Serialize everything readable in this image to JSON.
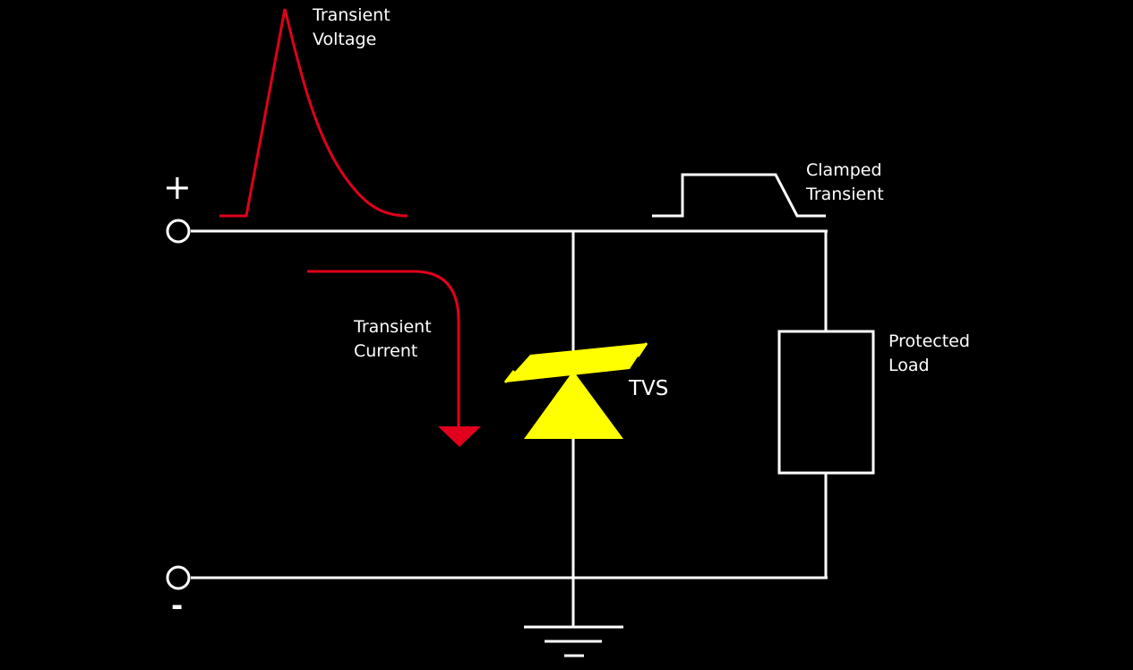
{
  "labels": {
    "transient_voltage": [
      "Transient",
      "Voltage"
    ],
    "clamped_transient": [
      "Clamped",
      "Transient"
    ],
    "transient_current": [
      "Transient",
      "Current"
    ],
    "protected_load": [
      "Protected",
      "Load"
    ],
    "tvs": "TVS",
    "plus": "+",
    "minus": "-"
  },
  "colors": {
    "background": "#000000",
    "wire": "#ffffff",
    "transient": "#e0001b",
    "tvs": "#ffff00"
  }
}
